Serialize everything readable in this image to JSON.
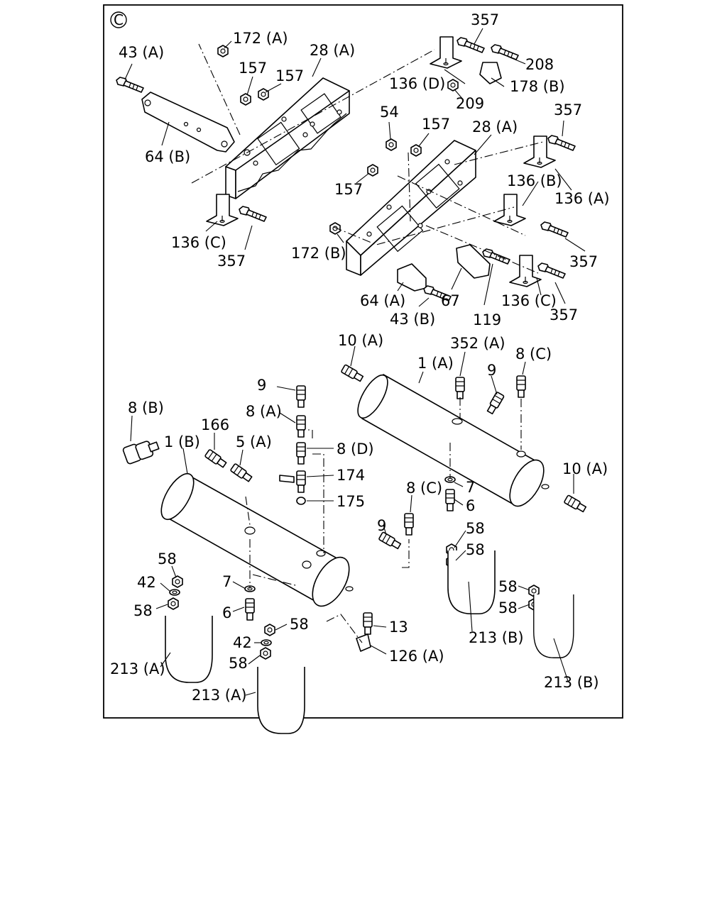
{
  "figure": {
    "view_marker": "C",
    "callouts": [
      "172 (A)",
      "43 (A)",
      "157",
      "157",
      "28 (A)",
      "357",
      "208",
      "136 (D)",
      "178 (B)",
      "209",
      "64 (B)",
      "54",
      "157",
      "28 (A)",
      "357",
      "136 (B)",
      "136 (A)",
      "157",
      "136 (C)",
      "357",
      "172 (B)",
      "357",
      "64 (A)",
      "43 (B)",
      "67",
      "119",
      "136 (C)",
      "357",
      "10 (A)",
      "352 (A)",
      "1 (A)",
      "9",
      "8 (C)",
      "9",
      "8 (A)",
      "8 (B)",
      "166",
      "1 (B)",
      "5 (A)",
      "8 (D)",
      "174",
      "175",
      "10 (A)",
      "7",
      "6",
      "8 (C)",
      "9",
      "58",
      "58",
      "58",
      "42",
      "58",
      "7",
      "6",
      "58",
      "58",
      "58",
      "42",
      "58",
      "213 (B)",
      "213 (A)",
      "13",
      "126 (A)",
      "213 (A)",
      "213 (B)"
    ]
  }
}
